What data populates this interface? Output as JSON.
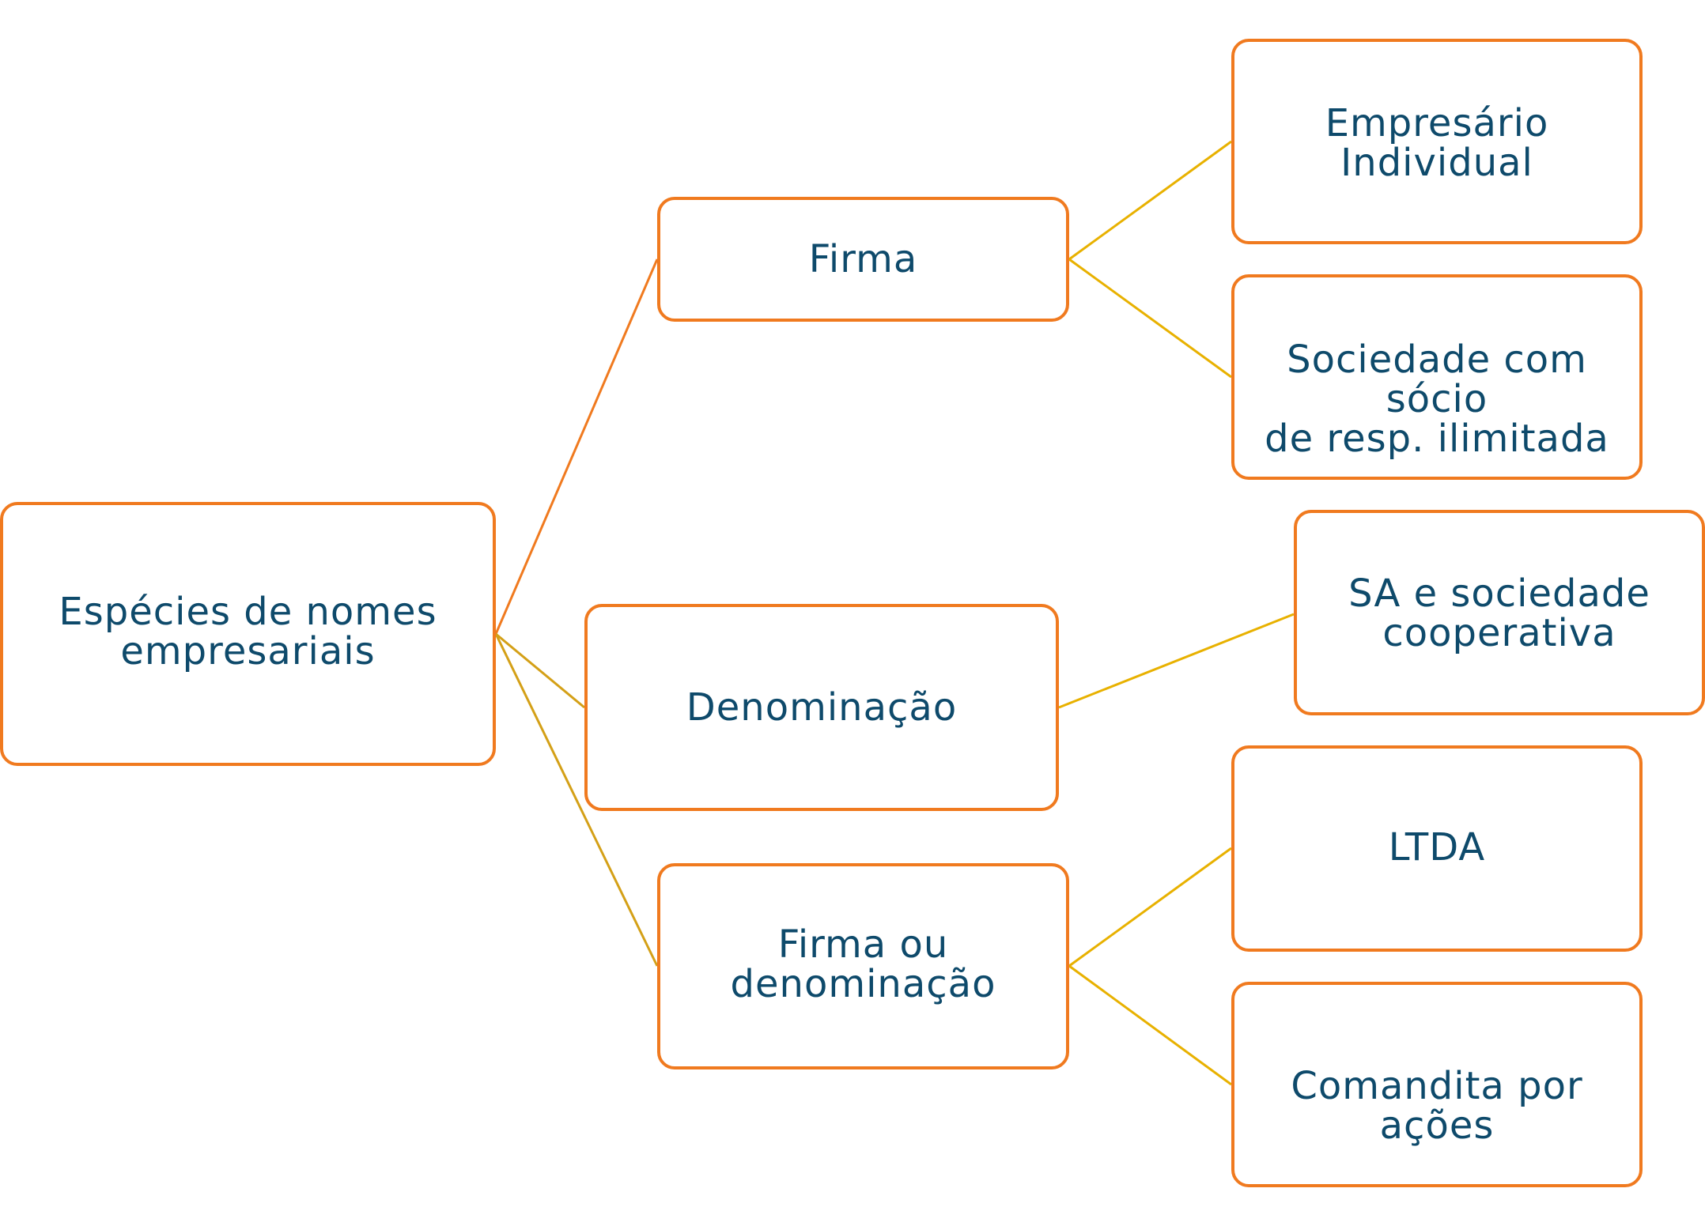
{
  "colors": {
    "box_border": "#f07a1f",
    "text": "#0e4a6b",
    "connector_orange": "#f07a1f",
    "connector_gold": "#d4a017",
    "connector_yellow": "#e8b100"
  },
  "diagram": {
    "root": {
      "label": "Espécies de nomes\nempresariais"
    },
    "branches": [
      {
        "label": "Firma",
        "children": [
          {
            "label": "Empresário\nIndividual"
          },
          {
            "label": "Sociedade com sócio\nde resp. ilimitada"
          }
        ]
      },
      {
        "label": "Denominação",
        "children": [
          {
            "label": "SA e sociedade\ncooperativa"
          }
        ]
      },
      {
        "label": "Firma ou\ndenominação",
        "children": [
          {
            "label": "LTDA"
          },
          {
            "label": "Comandita por ações"
          }
        ]
      }
    ]
  }
}
